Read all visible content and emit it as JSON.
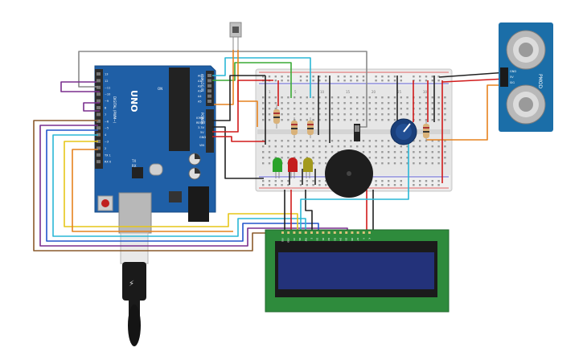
{
  "arduino": {
    "model": "UNO",
    "digital_label": "DIGITAL (PWM~)",
    "analog_label": "ANALOG IN",
    "power_label": "POWER",
    "aref": "AREF",
    "gnd": "GND",
    "ioref": "IOREF",
    "reset": "RESET",
    "v33": "3.3V",
    "v5": "5V",
    "vin": "VIN",
    "tx": "TX",
    "rx": "RX",
    "on": "ON",
    "digital_pins": [
      "13",
      "12",
      "~11",
      "~10",
      "~9",
      "8",
      "7",
      "~6",
      "~5",
      "4",
      "~3",
      "2",
      "TX 1",
      "RX 0"
    ],
    "analog_pins": [
      "A0",
      "A1",
      "A2",
      "A3",
      "A4",
      "A5"
    ]
  },
  "sensor": {
    "brand": "PMOD",
    "pins": [
      "GND",
      "5V",
      "SIG"
    ],
    "colors": {
      "board": "#1b6ea8"
    }
  },
  "lcd": {
    "pins": [
      "VSS",
      "VDD",
      "V0",
      "RS",
      "RW",
      "E",
      "D0",
      "D1",
      "D2",
      "D3",
      "D4",
      "D5",
      "D6",
      "D7",
      "A",
      "K"
    ]
  },
  "breadboard": {
    "row_numbers": [
      "1",
      "5",
      "10",
      "15",
      "20",
      "25",
      "30"
    ],
    "row_letters_top": [
      "j",
      "i",
      "h",
      "g",
      "f"
    ],
    "row_letters_bottom": [
      "e",
      "d",
      "c",
      "b",
      "a"
    ]
  },
  "leds": [
    {
      "color": "#2aa32a",
      "name": "green"
    },
    {
      "color": "#c41d1d",
      "name": "red"
    },
    {
      "color": "#a39a1c",
      "name": "yellow"
    }
  ],
  "wire_colors": {
    "purple": "#7a2f8e",
    "brown": "#8a5a2b",
    "cyan": "#2ab7d6",
    "orange": "#e6821e",
    "yellow": "#e6c619",
    "green": "#3aaa35",
    "red": "#d11a1a",
    "black": "#222222",
    "gray": "#8a8a8a",
    "blue": "#2255cc"
  }
}
